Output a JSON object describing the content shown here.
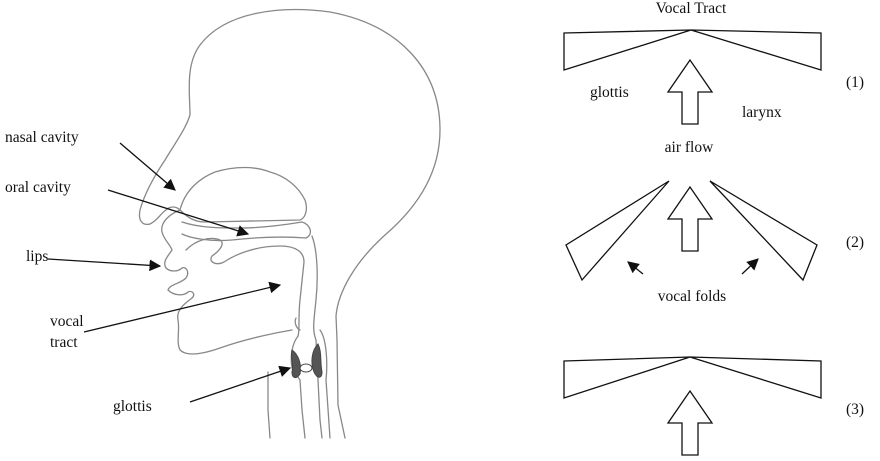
{
  "left_labels": {
    "nasal_cavity": "nasal cavity",
    "oral_cavity": "oral cavity",
    "lips": "lips",
    "vocal_tract_line1": "vocal",
    "vocal_tract_line2": "tract",
    "glottis": "glottis"
  },
  "right_labels": {
    "vocal_tract": "Vocal Tract",
    "glottis": "glottis",
    "larynx": "larynx",
    "air_flow": "air flow",
    "vocal_folds": "vocal folds",
    "step1": "(1)",
    "step2": "(2)",
    "step3": "(3)"
  }
}
